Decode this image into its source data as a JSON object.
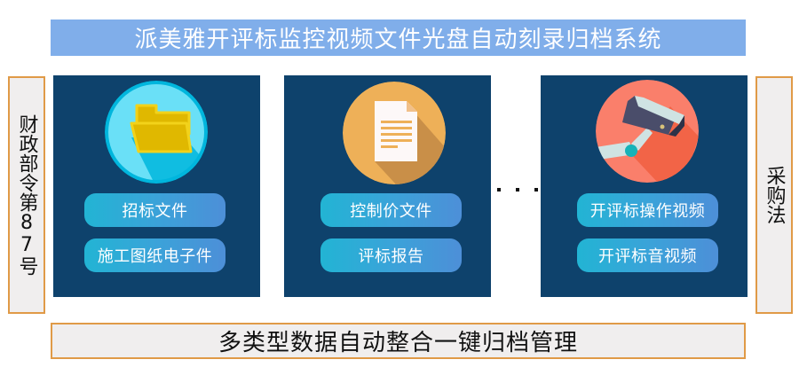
{
  "title": "派美雅开评标监控视频文件光盘自动刻录归档系统",
  "left_label": "财政部令第87号",
  "right_label": "采购法",
  "panels": [
    {
      "icon": "folder-icon",
      "circle_color": "#6ae0f7",
      "buttons": [
        "招标文件",
        "施工图纸电子件"
      ]
    },
    {
      "icon": "document-icon",
      "circle_color": "#eeb058",
      "buttons": [
        "控制价文件",
        "评标报告"
      ]
    },
    {
      "icon": "security-camera-icon",
      "circle_color": "#fa7f6b",
      "buttons": [
        "开评标操作视频",
        "开评标音视频"
      ]
    }
  ],
  "ellipsis": "· · ·",
  "bottom_label": "多类型数据自动整合一键归档管理",
  "colors": {
    "title_bg": "#80aeea",
    "panel_bg": "#0e426c",
    "accent_border": "#e09a47",
    "box_bg": "#f0eeee",
    "pill_start": "#22b4d4",
    "pill_end": "#4d8fd8"
  }
}
